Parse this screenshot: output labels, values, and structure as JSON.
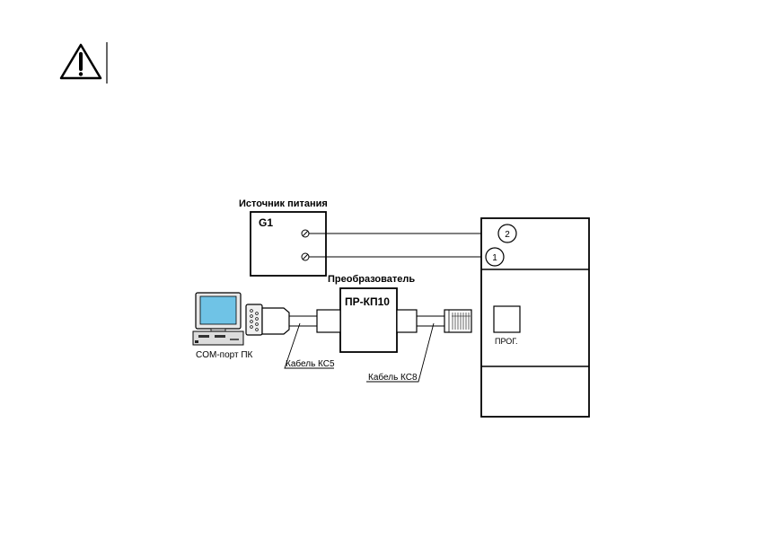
{
  "warning": {
    "icon": "warning-icon"
  },
  "power_source": {
    "title": "Источник питания",
    "label": "G1"
  },
  "converter": {
    "title": "Преобразователь",
    "label": "ПР-КП10"
  },
  "pc": {
    "label": "COM-порт ПК",
    "icon": "computer-icon"
  },
  "cables": {
    "kc5": "Кабель КС5",
    "kc8": "Кабель КС8"
  },
  "device": {
    "prog_label": "ПРОГ.",
    "terminals": [
      "2",
      "1"
    ]
  }
}
